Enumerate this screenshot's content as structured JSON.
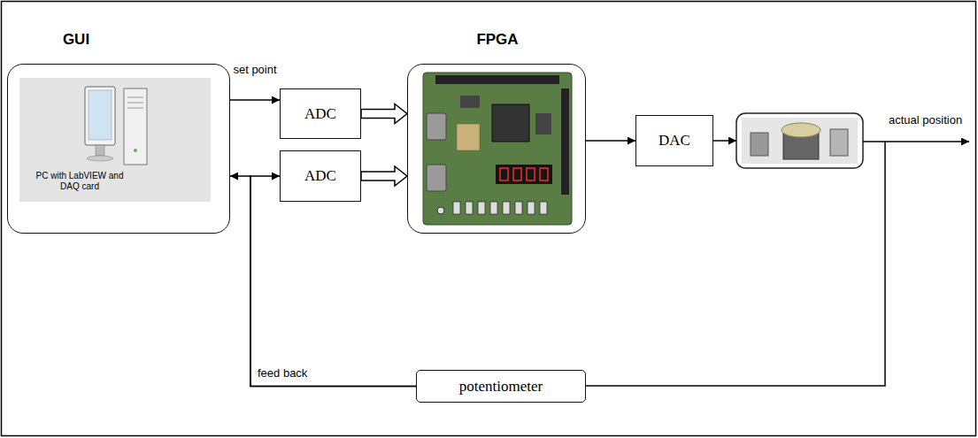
{
  "diagram": {
    "nodes": [
      {
        "text": [
          "GUI",
          "PC with LabVIEW and DAQ card"
        ]
      },
      {
        "text": [
          "ADC"
        ]
      },
      {
        "text": [
          "ADC"
        ]
      },
      {
        "text": [
          "FPGA"
        ]
      },
      {
        "text": [
          "DAC"
        ]
      },
      {
        "text": [
          "potentiometer"
        ]
      }
    ],
    "edges": [
      {
        "from": 0,
        "to": 1,
        "arrow": "to",
        "label": "set point"
      },
      {
        "from": 1,
        "to": 3,
        "arrow": "to"
      },
      {
        "from": 2,
        "to": 3,
        "arrow": "to"
      },
      {
        "from": 3,
        "to": 4,
        "arrow": "to"
      },
      {
        "from": 5,
        "to": 0,
        "arrow": "to"
      },
      {
        "from": 5,
        "to": 2,
        "arrow": "to"
      }
    ],
    "labels": [
      "feed back",
      "actual position"
    ]
  }
}
